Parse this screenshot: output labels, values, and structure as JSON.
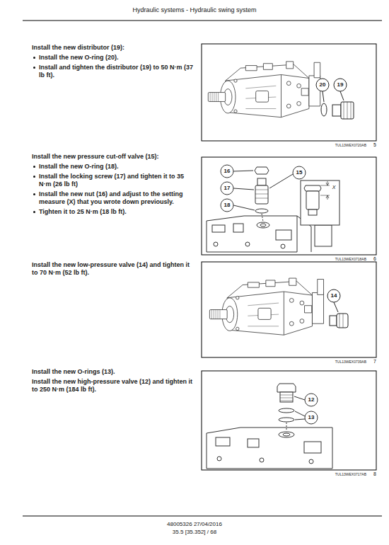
{
  "diagram": {
    "title": "Hydraulic systems - Hydraulic swing system",
    "labels": [
      "Install the new distributor (19):",
      "Install the new O-ring (20).",
      "Install and tighten the distributor (19) to 50 N·m (37 lb ft).",
      "20",
      "19",
      "TUL13WEX0720AB",
      "5",
      "Install the new pressure cut-off valve (15):",
      "Install the new O-ring (18).",
      "Install the locking screw (17) and tighten it to 35 N·m (26 lb ft)",
      "Install the new nut (16) and adjust to the setting measure (X) that you wrote down previously.",
      "Tighten it to 25 N·m (18 lb ft).",
      "16",
      "15",
      "17",
      "18",
      "X",
      "TUL13WEX0718AB",
      "6",
      "Install the new low-pressure valve (14) and tighten it to 70 N·m (52 lb ft).",
      "14",
      "TUL13WEX0739AB",
      "7",
      "Install the new O-rings (13).",
      "Install the new high-pressure valve (12) and tighten it to 250 N·m (184 lb ft).",
      "12",
      "13",
      "TUL13WEX0717AB",
      "8",
      "48005326 27/04/2016",
      "35.5 [35.352] / 68"
    ]
  }
}
